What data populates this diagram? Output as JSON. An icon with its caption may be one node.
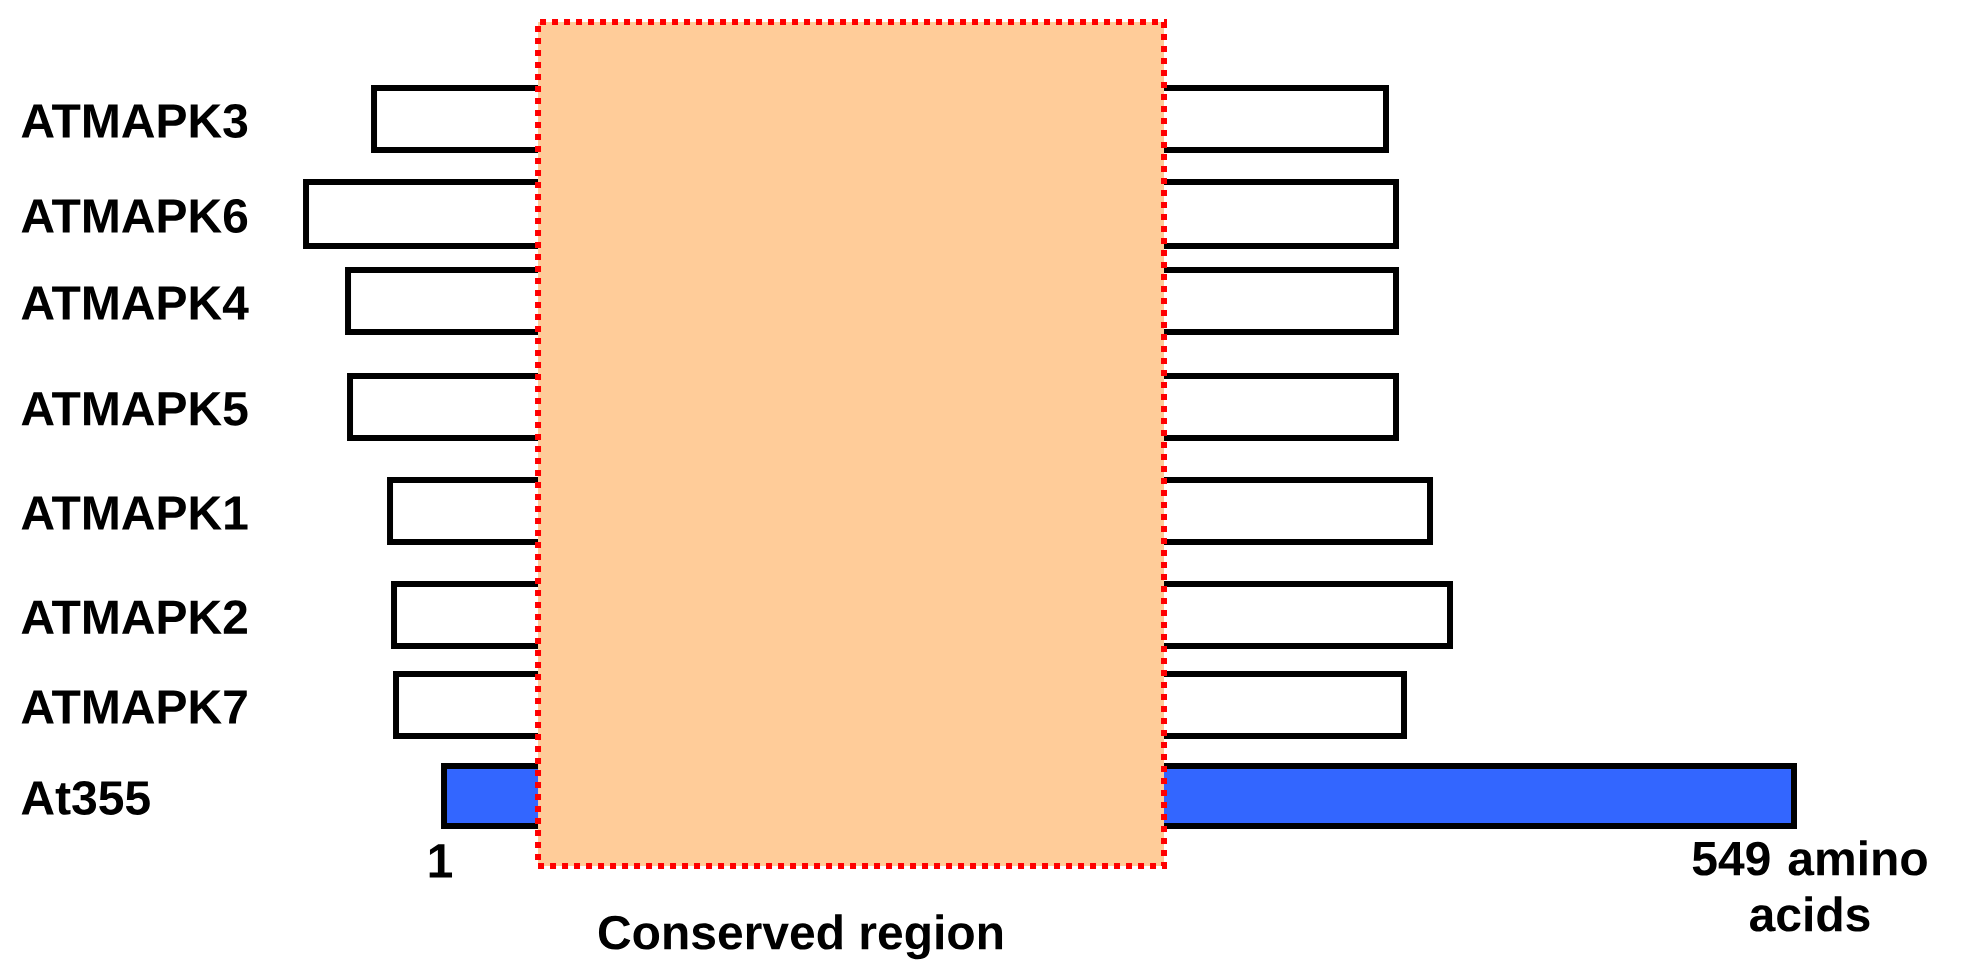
{
  "diagram": {
    "nodes": [
      {
        "text": [],
        "shape": "bar"
      },
      {
        "text": [],
        "shape": "bar"
      },
      {
        "text": [],
        "shape": "bar"
      },
      {
        "text": [],
        "shape": "bar"
      },
      {
        "text": [],
        "shape": "bar"
      },
      {
        "text": [],
        "shape": "bar"
      },
      {
        "text": [],
        "shape": "bar"
      },
      {
        "text": [],
        "shape": "bar"
      },
      {
        "text": [
          "Conserved region"
        ]
      }
    ],
    "labels": [
      "ATMAPK3",
      "ATMAPK6",
      "ATMAPK4",
      "ATMAPK5",
      "ATMAPK1",
      "ATMAPK2",
      "ATMAPK7",
      "At355",
      "1",
      "549 amino acids"
    ]
  }
}
